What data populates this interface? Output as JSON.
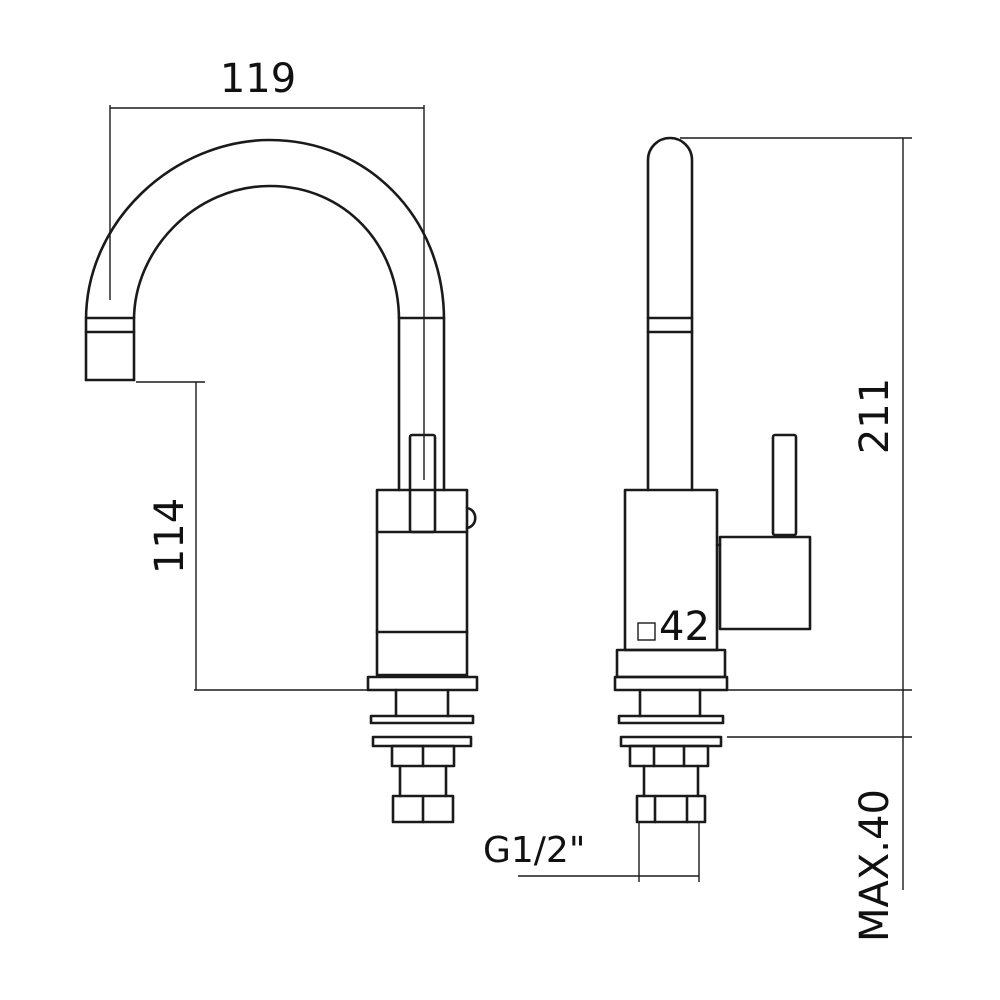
{
  "dimensions": {
    "spout_reach": "119",
    "spout_height": "114",
    "overall_height": "211",
    "body_square": "42",
    "connection_thread": "G1/2\"",
    "max_deck_thickness": "MAX.40"
  },
  "colors": {
    "line": "#1a1a1a",
    "background": "#ffffff"
  }
}
